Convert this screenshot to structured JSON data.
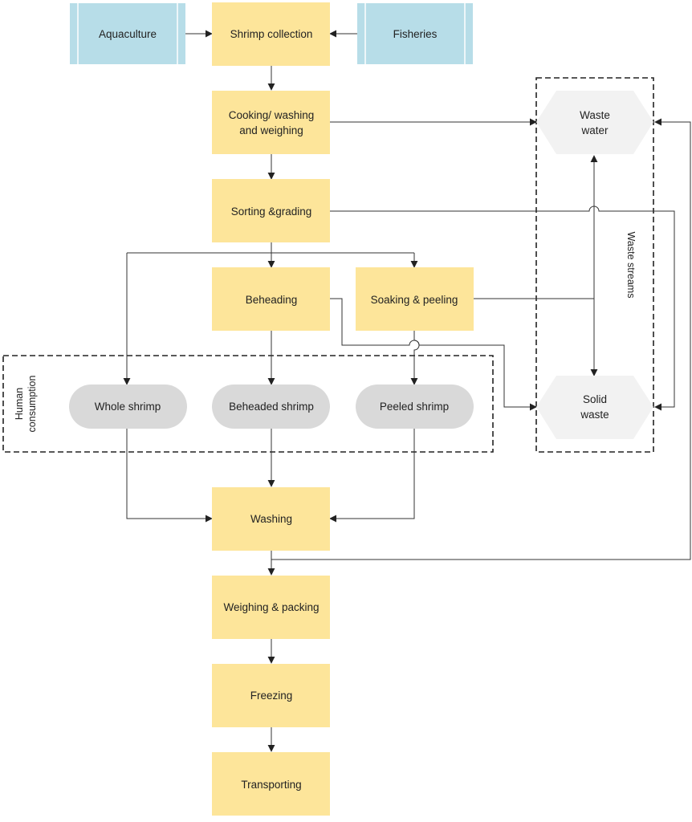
{
  "sources": {
    "aquaculture": "Aquaculture",
    "fisheries": "Fisheries"
  },
  "process": {
    "shrimp_collection": "Shrimp collection",
    "cooking_line1": "Cooking/ washing",
    "cooking_line2": "and weighing",
    "sorting": "Sorting &grading",
    "beheading": "Beheading",
    "soaking": "Soaking & peeling",
    "washing": "Washing",
    "weighing_packing": "Weighing & packing",
    "freezing": "Freezing",
    "transporting": "Transporting"
  },
  "products": {
    "group_label_line1": "Human",
    "group_label_line2": "consumption",
    "whole": "Whole shrimp",
    "beheaded": "Beheaded shrimp",
    "peeled": "Peeled shrimp"
  },
  "waste": {
    "group_label": "Waste streams",
    "water_line1": "Waste",
    "water_line2": "water",
    "solid_line1": "Solid",
    "solid_line2": "waste"
  },
  "colors": {
    "process_fill": "#FDE59A",
    "source_fill": "#B7DDE8",
    "product_fill": "#D9D9D9",
    "waste_fill": "#F2F2F2"
  }
}
